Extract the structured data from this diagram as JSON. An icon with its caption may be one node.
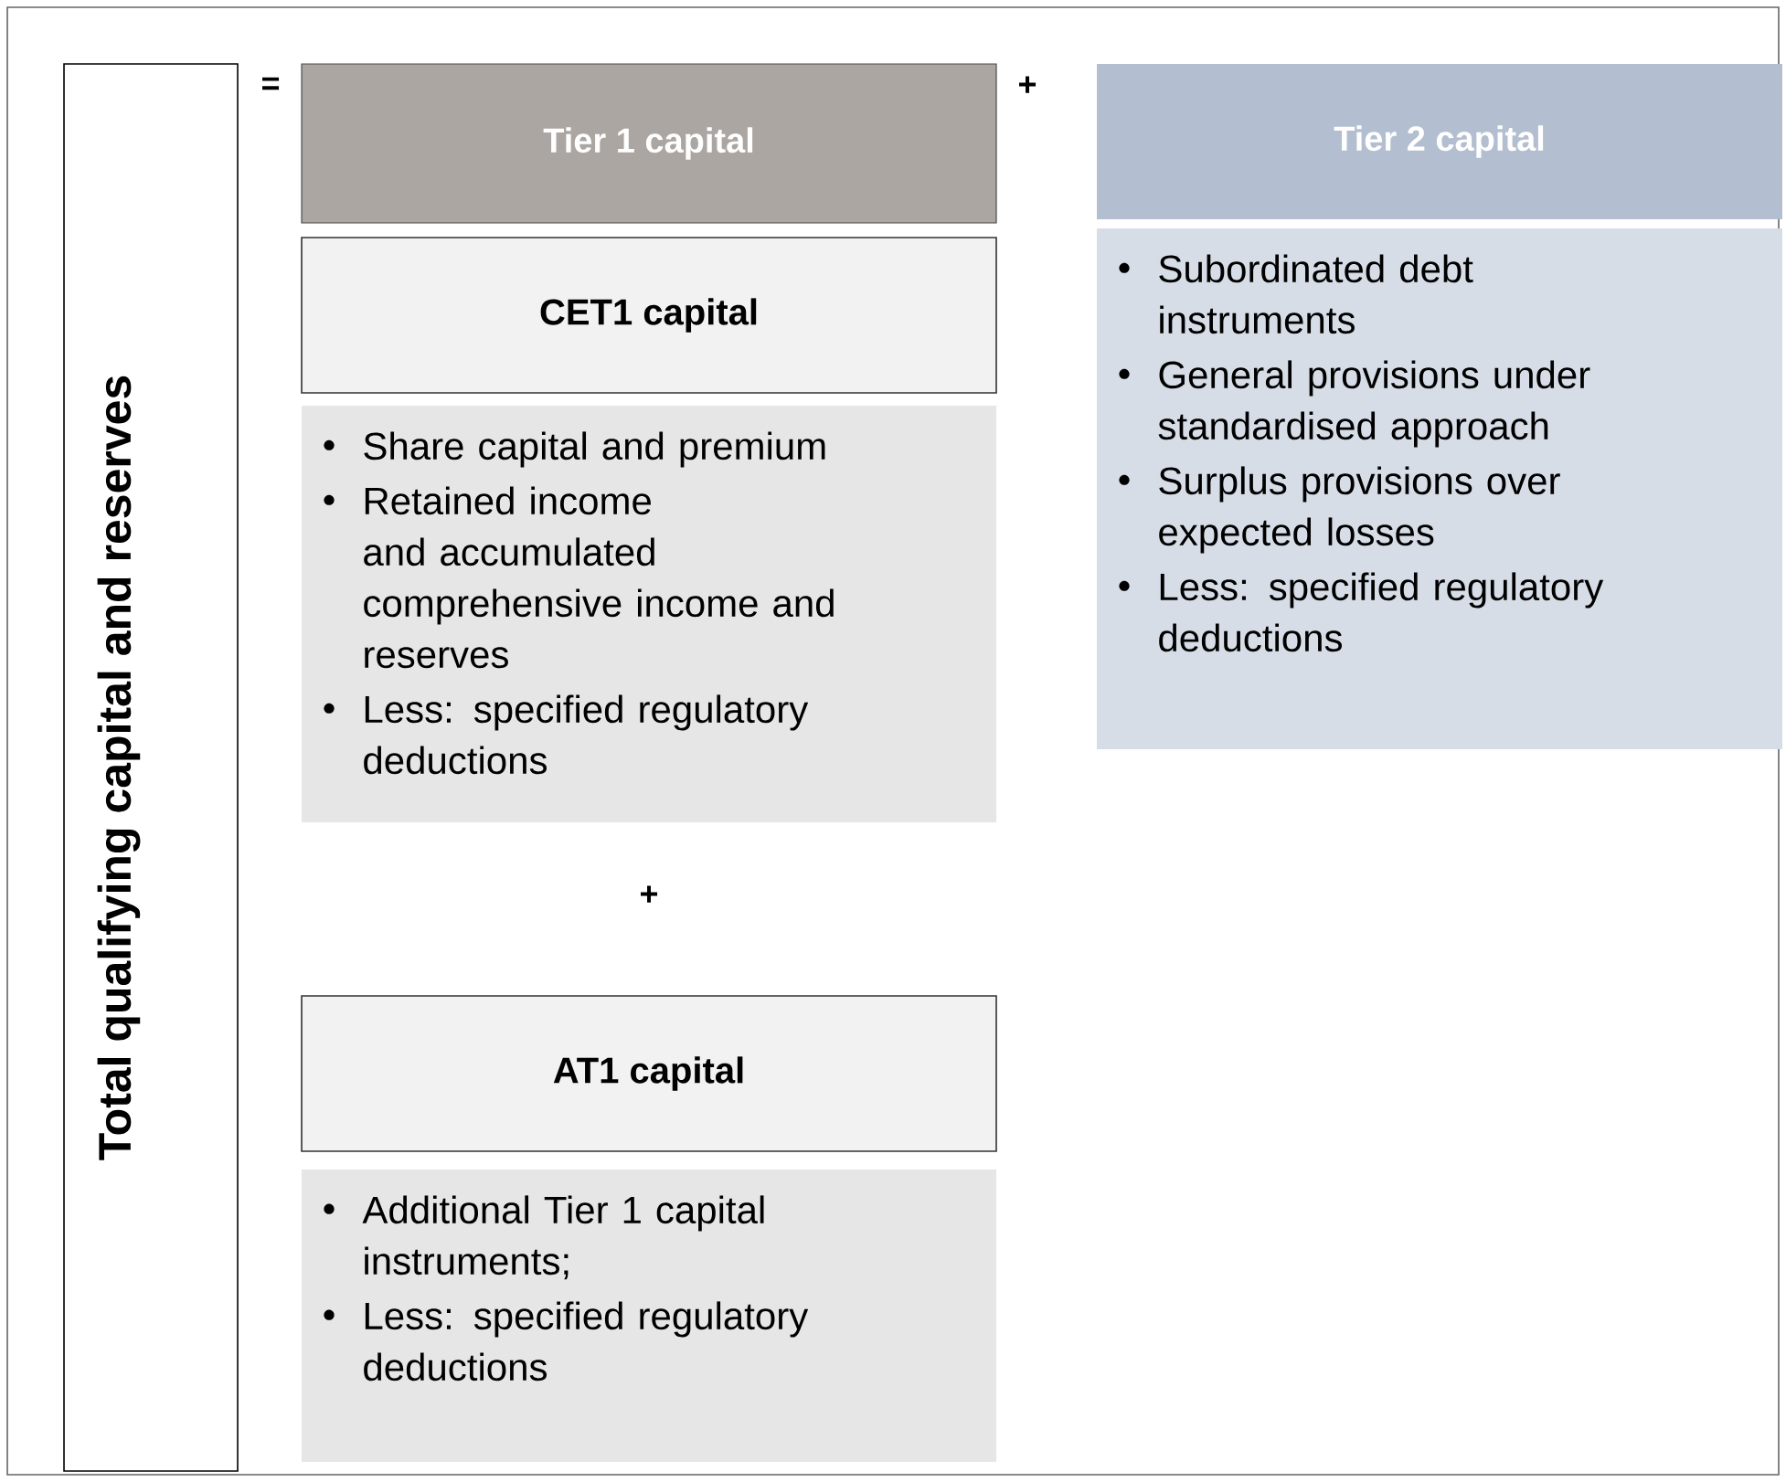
{
  "diagram": {
    "nodes": [
      {
        "text": [
          "Total qualifying capital and reserves"
        ]
      },
      {
        "text": [
          "Tier 1 capital"
        ]
      },
      {
        "text": [
          "Tier 2 capital"
        ]
      },
      {
        "text": [
          "CET1 capital"
        ]
      },
      {
        "text": [
          "Share capital and premium",
          "Retained income and accumulated comprehensive income and reserves",
          "Less: specified regulatory deductions"
        ]
      },
      {
        "text": [
          "AT1 capital"
        ]
      },
      {
        "text": [
          "Additional Tier 1 capital instruments;",
          "Less: specified regulatory deductions"
        ]
      },
      {
        "text": [
          "Subordinated debt instruments",
          "General provisions under standardised approach",
          "Surplus provisions over expected losses",
          "Less: specified regulatory deductions"
        ]
      }
    ],
    "edges": [],
    "labels": [
      "=",
      "+",
      "+"
    ]
  }
}
